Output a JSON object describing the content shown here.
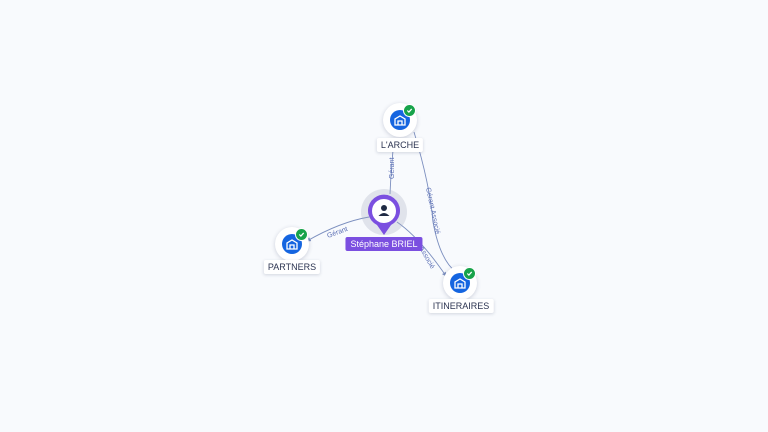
{
  "nodes": {
    "person": {
      "name": "Stéphane BRIEL",
      "icon": "person-icon",
      "color": "#7b4fe0"
    },
    "larche": {
      "name": "L'ARCHE",
      "icon": "company-icon",
      "status": "check-icon"
    },
    "partners": {
      "name": "PARTNERS",
      "icon": "company-icon",
      "status": "check-icon"
    },
    "itineraires": {
      "name": "ITINERAIRES",
      "icon": "company-icon",
      "status": "check-icon"
    }
  },
  "edges": {
    "person_larche": "Gérant",
    "person_partners": "Gérant",
    "person_itineraires": "Associé",
    "larche_itineraires": "Gérant Associé"
  },
  "colors": {
    "company": "#1565e0",
    "verified": "#17a34a",
    "edge": "#7c8fbf"
  }
}
